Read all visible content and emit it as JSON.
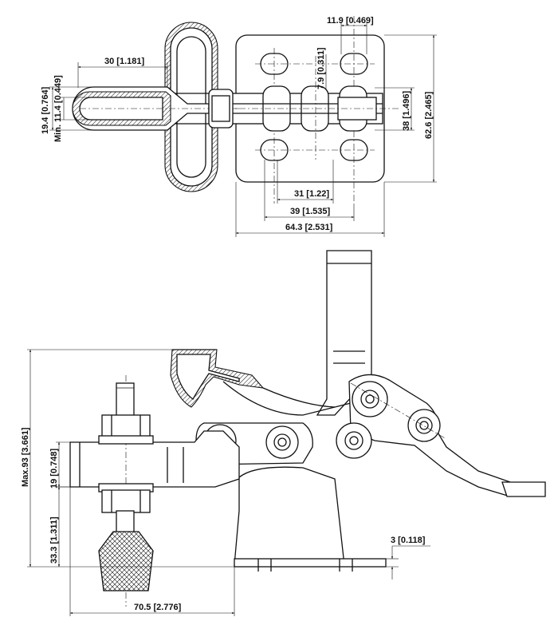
{
  "top_view": {
    "dims": {
      "slot_spacing": "11.9 [0.469]",
      "slot_width": "7.9 [0.311]",
      "handle_length": "30 [1.181]",
      "spindle_width": "19.4 [0.764]",
      "spindle_min": "Min. 11.4 [0.449]",
      "hole_spacing_y_inner": "38 [1.496]",
      "base_height": "62.6 [2.465]",
      "hole_spacing_x_inner": "31 [1.22]",
      "hole_spacing_x_outer": "39 [1.535]",
      "base_width": "64.3 [2.531]"
    }
  },
  "side_view": {
    "dims": {
      "max_height": "Max.93 [3.661]",
      "arm_thickness": "19 [0.748]",
      "spindle_height": "33.3 [1.311]",
      "base_thickness": "3 [0.118]",
      "reach": "70.5 [2.776]"
    }
  }
}
